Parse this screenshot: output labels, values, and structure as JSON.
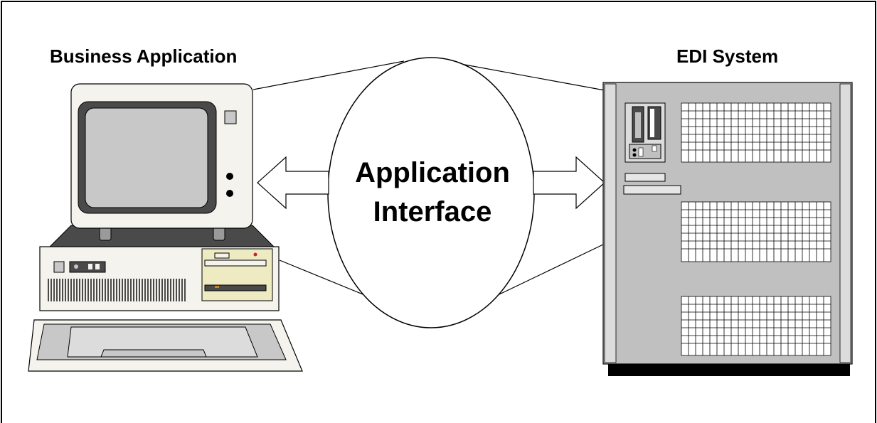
{
  "labels": {
    "business_application": "Business Application",
    "edi_system": "EDI System",
    "interface_line1": "Application",
    "interface_line2": "Interface"
  },
  "colors": {
    "border": "#000000",
    "pc_body": "#f4f3ee",
    "pc_dark": "#4a4a4a",
    "screen": "#c8c8c8",
    "floppy_panel": "#eeeac2",
    "server_gray": "#c0c0c0",
    "server_light": "#dcdcdc",
    "server_base": "#000000"
  }
}
